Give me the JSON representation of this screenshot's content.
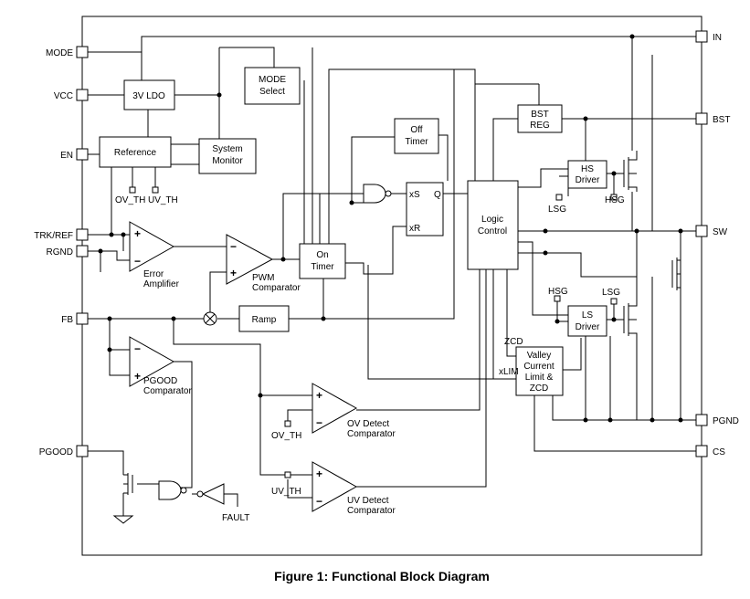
{
  "caption": "Figure 1: Functional Block Diagram",
  "pins": {
    "mode": "MODE",
    "vcc": "VCC",
    "en": "EN",
    "trk_ref": "TRK/REF",
    "rgnd": "RGND",
    "fb": "FB",
    "pgood": "PGOOD",
    "in": "IN",
    "bst": "BST",
    "sw": "SW",
    "pgnd": "PGND",
    "cs": "CS"
  },
  "blocks": {
    "ldo": "3V LDO",
    "reference": "Reference",
    "system_monitor": [
      "System",
      "Monitor"
    ],
    "mode_select": [
      "MODE",
      "Select"
    ],
    "off_timer": [
      "Off",
      "Timer"
    ],
    "on_timer": [
      "On",
      "Timer"
    ],
    "bst_reg": [
      "BST",
      "REG"
    ],
    "logic_control": [
      "Logic",
      "Control"
    ],
    "hs_driver": [
      "HS",
      "Driver"
    ],
    "ls_driver": [
      "LS",
      "Driver"
    ],
    "ramp": "Ramp",
    "valley": [
      "Valley",
      "Current",
      "Limit &",
      "ZCD"
    ]
  },
  "comparators": {
    "error_amp": [
      "Error",
      "Amplifier"
    ],
    "pwm": [
      "PWM",
      "Comparator"
    ],
    "pgood": [
      "PGOOD",
      "Comparator"
    ],
    "ov_detect": [
      "OV Detect",
      "Comparator"
    ],
    "uv_detect": [
      "UV Detect",
      "Comparator"
    ]
  },
  "labels": {
    "ov_th": "OV_TH",
    "uv_th": "UV_TH",
    "ov_th2": "OV_TH",
    "uv_th2": "UV_TH",
    "lsg": "LSG",
    "hsg": "HSG",
    "hsg2": "HSG",
    "lsg2": "LSG",
    "xs": "xS",
    "xr": "xR",
    "q": "Q",
    "zcd": "ZCD",
    "xlim": "xLIM",
    "fault": "FAULT",
    "plus": "+",
    "minus": "−"
  }
}
